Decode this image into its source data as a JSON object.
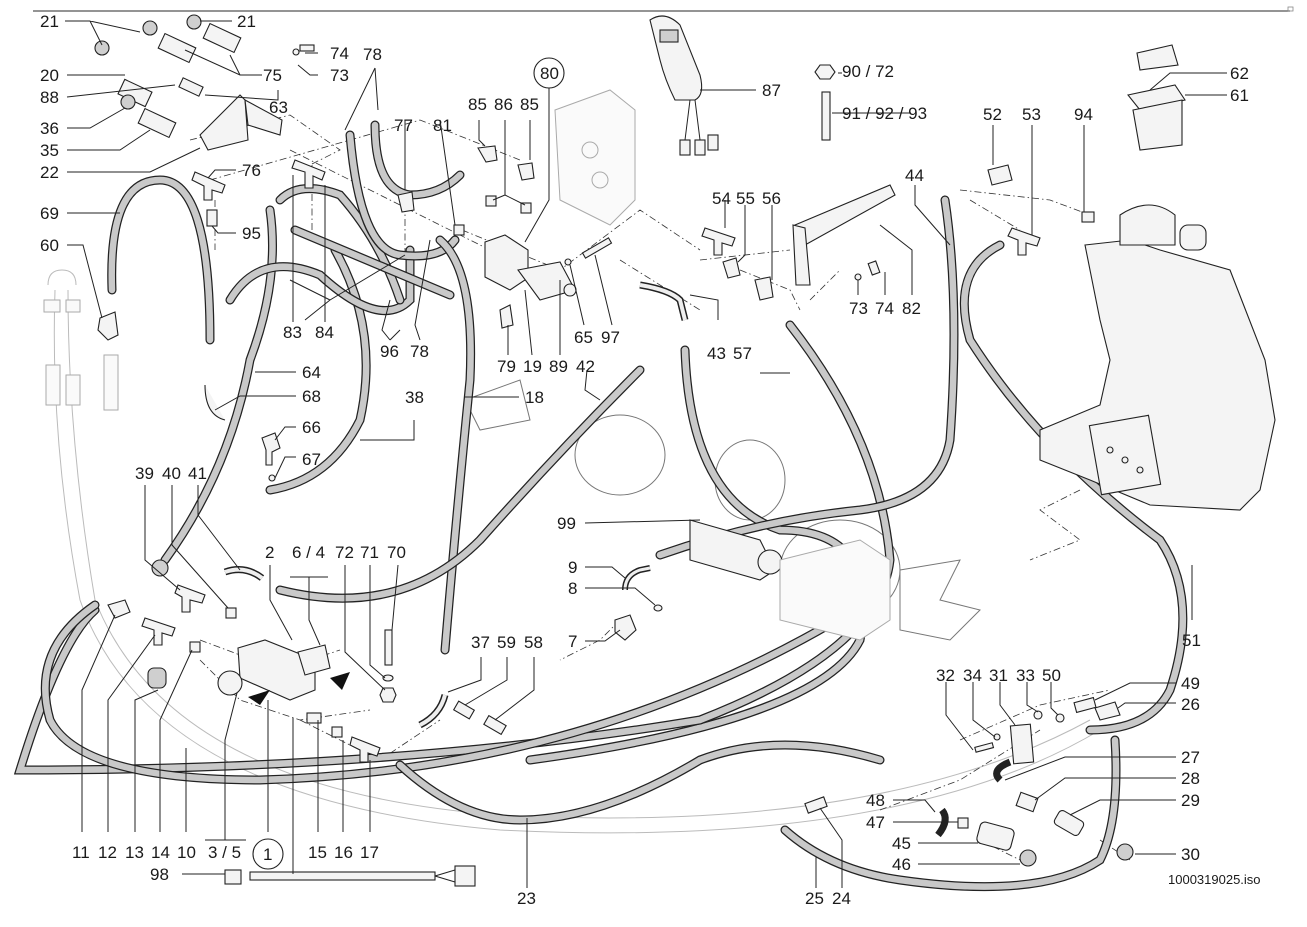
{
  "diagram": {
    "type": "exploded-parts-diagram",
    "subject": "Hydraulic hoses, fittings, valve block, joystick and oil tank",
    "file_name": "1000319025.iso",
    "callouts": [
      {
        "id": "c21a",
        "label": "21"
      },
      {
        "id": "c21b",
        "label": "21"
      },
      {
        "id": "c20",
        "label": "20"
      },
      {
        "id": "c88",
        "label": "88"
      },
      {
        "id": "c36",
        "label": "36"
      },
      {
        "id": "c35",
        "label": "35"
      },
      {
        "id": "c22",
        "label": "22"
      },
      {
        "id": "c75",
        "label": "75"
      },
      {
        "id": "c63",
        "label": "63"
      },
      {
        "id": "c74a",
        "label": "74"
      },
      {
        "id": "c73a",
        "label": "73"
      },
      {
        "id": "c78a",
        "label": "78"
      },
      {
        "id": "c76",
        "label": "76"
      },
      {
        "id": "c95",
        "label": "95"
      },
      {
        "id": "c69",
        "label": "69"
      },
      {
        "id": "c60",
        "label": "60"
      },
      {
        "id": "c77",
        "label": "77"
      },
      {
        "id": "c81",
        "label": "81"
      },
      {
        "id": "c80",
        "label": "80"
      },
      {
        "id": "c85a",
        "label": "85"
      },
      {
        "id": "c86",
        "label": "86"
      },
      {
        "id": "c85b",
        "label": "85"
      },
      {
        "id": "c87",
        "label": "87"
      },
      {
        "id": "c90_72",
        "label": "90 / 72"
      },
      {
        "id": "c91_92_93",
        "label": "91 / 92 / 93"
      },
      {
        "id": "c62",
        "label": "62"
      },
      {
        "id": "c61",
        "label": "61"
      },
      {
        "id": "c52",
        "label": "52"
      },
      {
        "id": "c53",
        "label": "53"
      },
      {
        "id": "c94",
        "label": "94"
      },
      {
        "id": "c44",
        "label": "44"
      },
      {
        "id": "c54",
        "label": "54"
      },
      {
        "id": "c55",
        "label": "55"
      },
      {
        "id": "c56",
        "label": "56"
      },
      {
        "id": "c73b",
        "label": "73"
      },
      {
        "id": "c74b",
        "label": "74"
      },
      {
        "id": "c82",
        "label": "82"
      },
      {
        "id": "c83",
        "label": "83"
      },
      {
        "id": "c84",
        "label": "84"
      },
      {
        "id": "c96",
        "label": "96"
      },
      {
        "id": "c78b",
        "label": "78"
      },
      {
        "id": "c79",
        "label": "79"
      },
      {
        "id": "c19",
        "label": "19"
      },
      {
        "id": "c89",
        "label": "89"
      },
      {
        "id": "c42",
        "label": "42"
      },
      {
        "id": "c65",
        "label": "65"
      },
      {
        "id": "c97",
        "label": "97"
      },
      {
        "id": "c43",
        "label": "43"
      },
      {
        "id": "c57",
        "label": "57"
      },
      {
        "id": "c18",
        "label": "18"
      },
      {
        "id": "c64",
        "label": "64"
      },
      {
        "id": "c68",
        "label": "68"
      },
      {
        "id": "c38",
        "label": "38"
      },
      {
        "id": "c66",
        "label": "66"
      },
      {
        "id": "c67",
        "label": "67"
      },
      {
        "id": "c39",
        "label": "39"
      },
      {
        "id": "c40",
        "label": "40"
      },
      {
        "id": "c41",
        "label": "41"
      },
      {
        "id": "c2",
        "label": "2"
      },
      {
        "id": "c6_4",
        "label": "6 / 4"
      },
      {
        "id": "c72",
        "label": "72"
      },
      {
        "id": "c71",
        "label": "71"
      },
      {
        "id": "c70",
        "label": "70"
      },
      {
        "id": "c99",
        "label": "99"
      },
      {
        "id": "c9",
        "label": "9"
      },
      {
        "id": "c8",
        "label": "8"
      },
      {
        "id": "c7",
        "label": "7"
      },
      {
        "id": "c37",
        "label": "37"
      },
      {
        "id": "c59",
        "label": "59"
      },
      {
        "id": "c58",
        "label": "58"
      },
      {
        "id": "c11",
        "label": "11"
      },
      {
        "id": "c12",
        "label": "12"
      },
      {
        "id": "c13",
        "label": "13"
      },
      {
        "id": "c14",
        "label": "14"
      },
      {
        "id": "c10",
        "label": "10"
      },
      {
        "id": "c3_5",
        "label": "3 / 5"
      },
      {
        "id": "c1",
        "label": "1"
      },
      {
        "id": "c15",
        "label": "15"
      },
      {
        "id": "c16",
        "label": "16"
      },
      {
        "id": "c17",
        "label": "17"
      },
      {
        "id": "c98",
        "label": "98"
      },
      {
        "id": "c23",
        "label": "23"
      },
      {
        "id": "c25",
        "label": "25"
      },
      {
        "id": "c24",
        "label": "24"
      },
      {
        "id": "c51",
        "label": "51"
      },
      {
        "id": "c32",
        "label": "32"
      },
      {
        "id": "c34",
        "label": "34"
      },
      {
        "id": "c31",
        "label": "31"
      },
      {
        "id": "c33",
        "label": "33"
      },
      {
        "id": "c50",
        "label": "50"
      },
      {
        "id": "c49",
        "label": "49"
      },
      {
        "id": "c26",
        "label": "26"
      },
      {
        "id": "c27",
        "label": "27"
      },
      {
        "id": "c28",
        "label": "28"
      },
      {
        "id": "c29",
        "label": "29"
      },
      {
        "id": "c48",
        "label": "48"
      },
      {
        "id": "c47",
        "label": "47"
      },
      {
        "id": "c45",
        "label": "45"
      },
      {
        "id": "c46",
        "label": "46"
      },
      {
        "id": "c30",
        "label": "30"
      }
    ],
    "circled_callouts": [
      "80",
      "1"
    ],
    "colors": {
      "hose_fill": "#c9c9c9",
      "outline": "#222222",
      "ghost": "#bbbbbb",
      "background": "#ffffff"
    }
  }
}
